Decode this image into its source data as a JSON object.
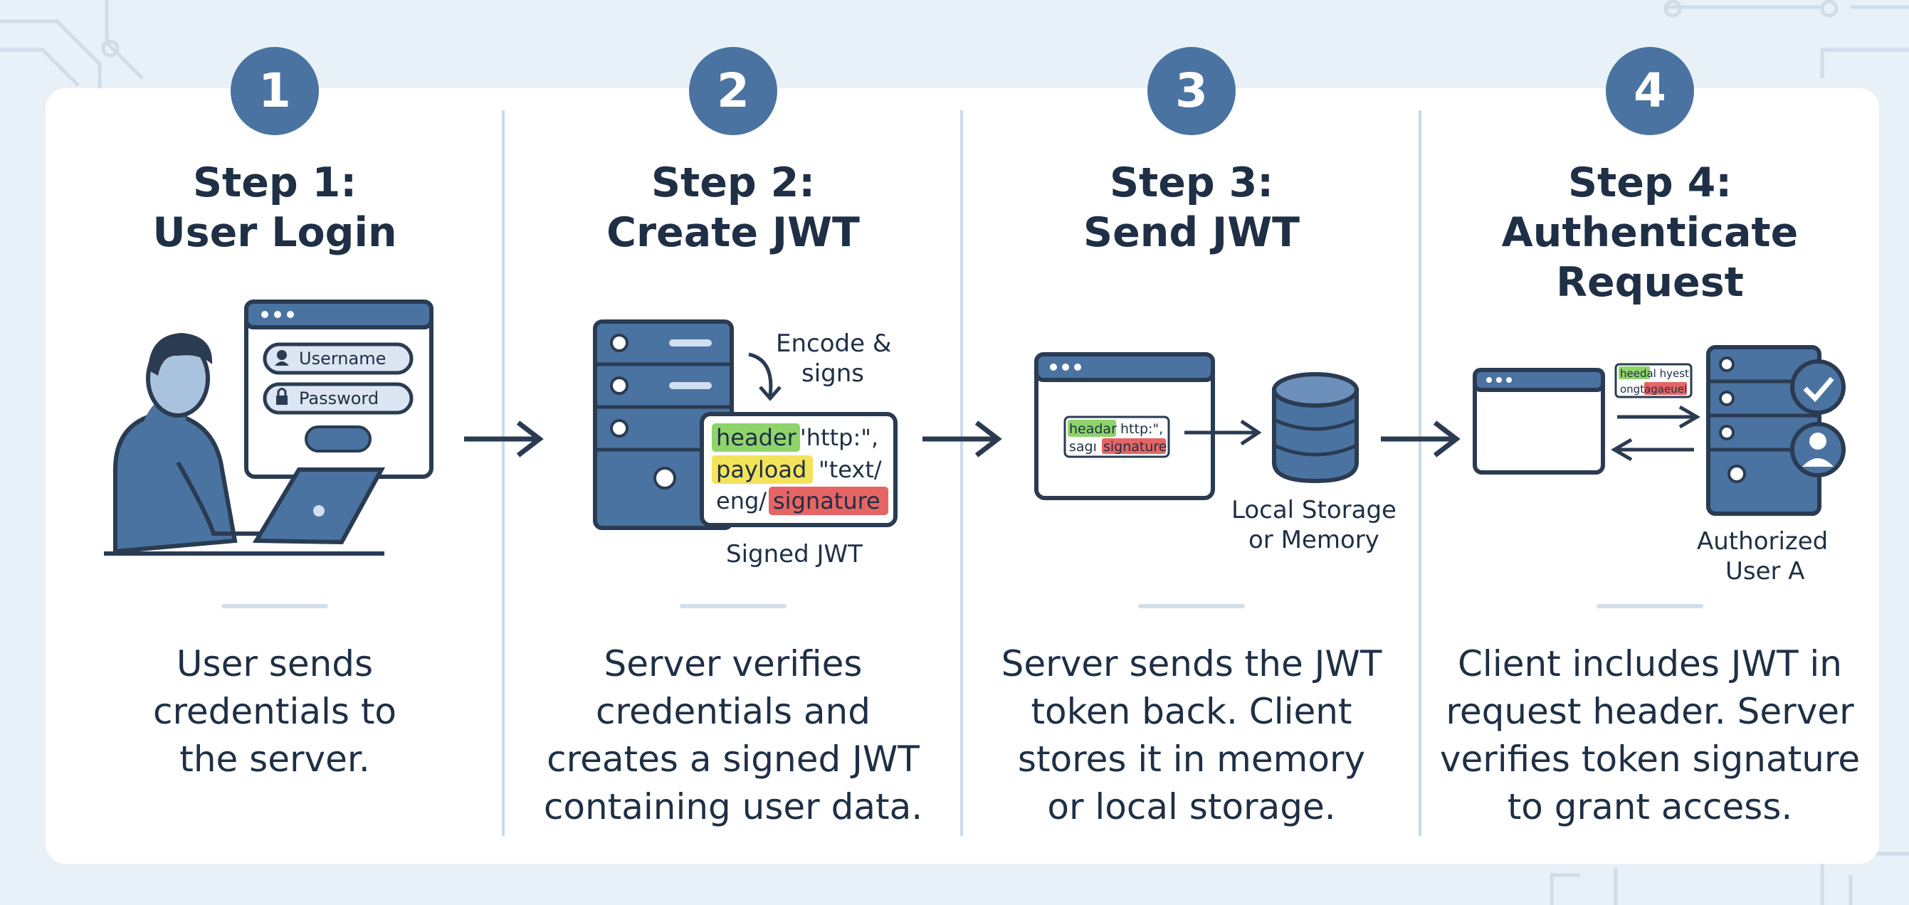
{
  "steps": [
    {
      "number": "1",
      "title_lines": [
        "Step 1:",
        "User Login"
      ],
      "desc_lines": [
        "User sends",
        "credentials to",
        "the server."
      ],
      "illustration": {
        "username_label": "Username",
        "password_label": "Password"
      }
    },
    {
      "number": "2",
      "title_lines": [
        "Step 2:",
        "Create JWT"
      ],
      "desc_lines": [
        "Server verifies",
        "credentials and",
        "creates a signed JWT",
        "containing user data."
      ],
      "illustration": {
        "encode_label_lines": [
          "Encode &",
          "signs"
        ],
        "token_lines": [
          [
            "header",
            "'http:\","
          ],
          [
            "payload",
            "\"text/"
          ],
          [
            "eng/",
            "signature"
          ]
        ],
        "caption": "Signed JWT"
      }
    },
    {
      "number": "3",
      "title_lines": [
        "Step 3:",
        "Send JWT"
      ],
      "desc_lines": [
        "Server sends the JWT",
        "token back. Client",
        "stores it in memory",
        "or local storage."
      ],
      "illustration": {
        "token_lines": [
          [
            "headar",
            "http:\","
          ],
          [
            "sagı",
            "signature"
          ]
        ],
        "storage_label_lines": [
          "Local Storage",
          "or Memory"
        ]
      }
    },
    {
      "number": "4",
      "title_lines": [
        "Step 4:",
        "Authenticate",
        "Request"
      ],
      "desc_lines": [
        "Client includes JWT in",
        "request header. Server",
        "verifies token signature",
        "to grant access."
      ],
      "illustration": {
        "token_lines": [
          [
            "heedal hyest"
          ],
          [
            "ongtagaeuel"
          ]
        ],
        "user_label_lines": [
          "Authorized",
          "User A"
        ]
      }
    }
  ],
  "colors": {
    "accent": "#4a73a1",
    "dark": "#2a3b52",
    "panel": "#ffffff",
    "background": "#e9f1f8",
    "header_highlight": "#8fd46a",
    "payload_highlight": "#f3e35a",
    "signature_highlight": "#e56565"
  },
  "icons": [
    "person-at-laptop-icon",
    "login-window-icon",
    "server-icon",
    "token-card-icon",
    "browser-window-icon",
    "database-icon",
    "check-badge-icon",
    "user-badge-icon",
    "right-arrow-icon"
  ]
}
